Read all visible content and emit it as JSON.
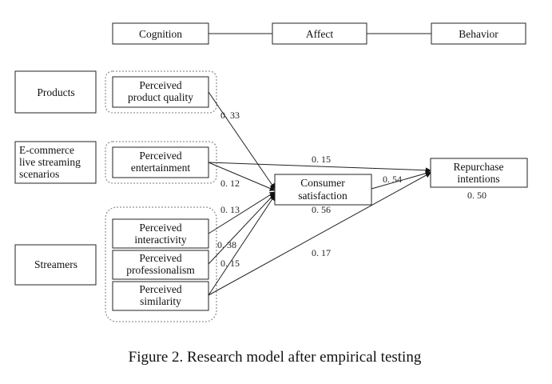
{
  "stages": {
    "cognition": "Cognition",
    "affect": "Affect",
    "behavior": "Behavior"
  },
  "categories": {
    "products": "Products",
    "scenarios": [
      "E-commerce",
      "live streaming",
      "scenarios"
    ],
    "streamers": "Streamers"
  },
  "constructs": {
    "quality": [
      "Perceived",
      "product quality"
    ],
    "entertainment": [
      "Perceived",
      "entertainment"
    ],
    "interactivity": [
      "Perceived",
      "interactivity"
    ],
    "professionalism": [
      "Perceived",
      "professionalism"
    ],
    "similarity": [
      "Perceived",
      "similarity"
    ],
    "satisfaction": [
      "Consumer",
      "satisfaction"
    ],
    "repurchase": [
      "Repurchase",
      "intentions"
    ]
  },
  "coefficients": {
    "quality_satisfaction": "0. 33",
    "entertainment_repurchase": "0. 15",
    "entertainment_satisfaction": "0. 12",
    "interactivity_satisfaction": "0. 13",
    "professionalism_satisfaction": "0. 38",
    "similarity_satisfaction": "0. 15",
    "similarity_repurchase": "0. 17",
    "satisfaction_repurchase": "0. 54",
    "satisfaction_r2": "0. 56",
    "repurchase_r2": "0. 50"
  },
  "caption": "Figure 2. Research model after empirical testing"
}
